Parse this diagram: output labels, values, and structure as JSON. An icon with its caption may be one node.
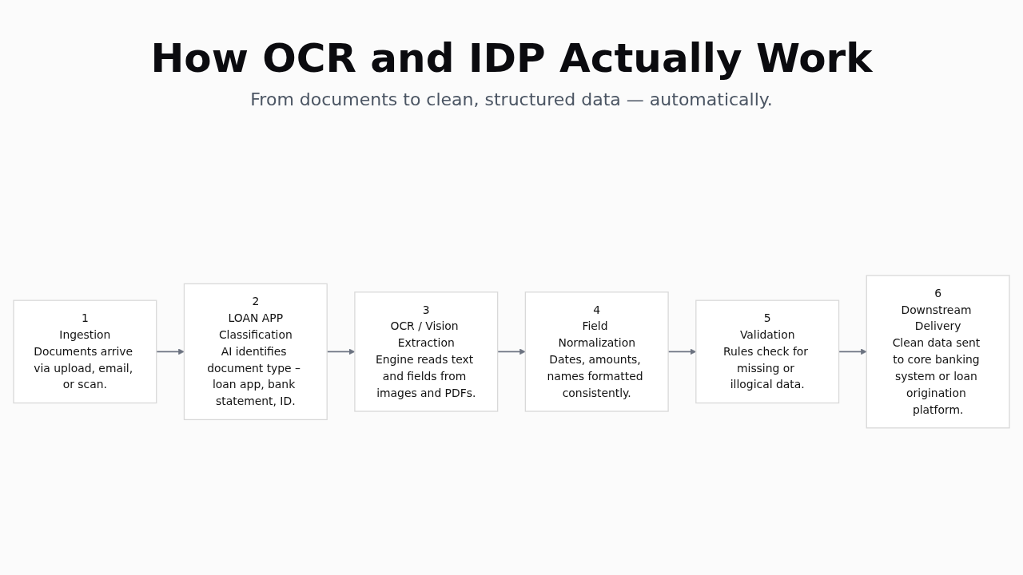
{
  "diagram": {
    "title": "How OCR and IDP Actually Work",
    "caption": "From documents to clean, structured data — automatically.",
    "nodes": [
      {
        "text": [
          "1",
          "Ingestion",
          "Documents arrive via upload, email, or scan."
        ]
      },
      {
        "text": [
          "2",
          "LOAN APP",
          "Classification",
          "AI identifies document type – loan app, bank statement, ID."
        ]
      },
      {
        "text": [
          "3",
          "OCR / Vision Extraction",
          "Engine reads text and fields from images and PDFs."
        ]
      },
      {
        "text": [
          "4",
          "Field Normalization",
          "Dates, amounts, names formatted consistently."
        ]
      },
      {
        "text": [
          "5",
          "Validation",
          "Rules check for missing or illogical data."
        ]
      },
      {
        "text": [
          "6",
          "Downstream Delivery",
          "Clean data sent to core banking system or loan origination platform."
        ]
      }
    ],
    "edges": [
      {
        "from": 0,
        "to": 1,
        "arrow": "to"
      },
      {
        "from": 1,
        "to": 2,
        "arrow": "to"
      },
      {
        "from": 2,
        "to": 3,
        "arrow": "to"
      },
      {
        "from": 3,
        "to": 4,
        "arrow": "to"
      },
      {
        "from": 4,
        "to": 5,
        "arrow": "to"
      }
    ]
  }
}
